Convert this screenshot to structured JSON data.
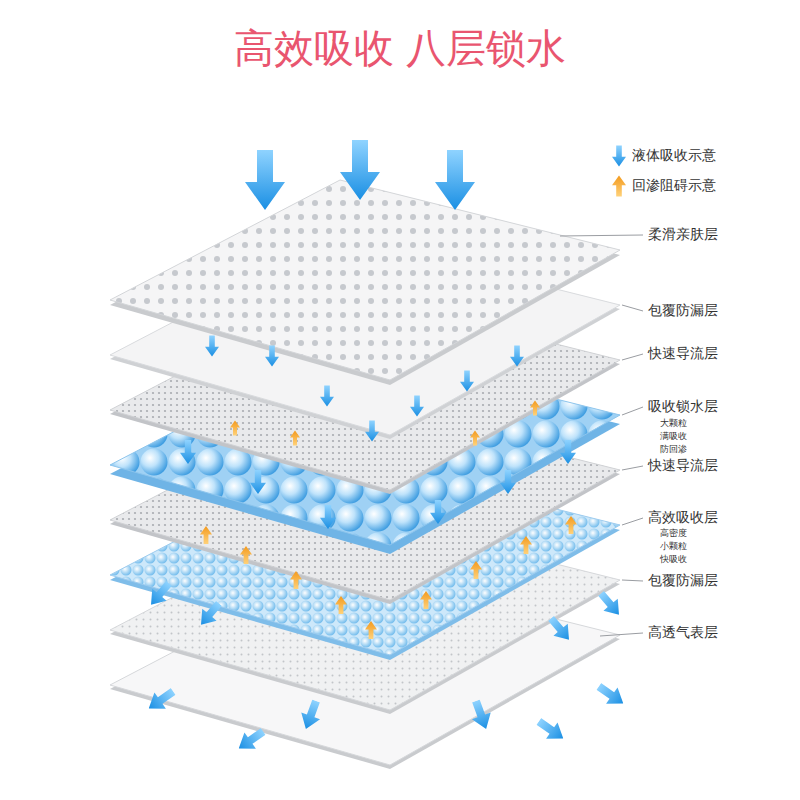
{
  "diagram": {
    "title": "高效吸收 八层锁水",
    "labels": [
      "柔滑亲肤层",
      "包覆防漏层",
      "快速导流层",
      "吸收锁水层",
      "大颗粒",
      "满吸收",
      "防回渗",
      "快速导流层",
      "高效吸收层",
      "高密度",
      "小颗粒",
      "快吸收",
      "包覆防漏层",
      "高透气表层"
    ],
    "legend": [
      {
        "text": "液体吸收示意"
      },
      {
        "text": "回渗阻碍示意"
      }
    ]
  }
}
